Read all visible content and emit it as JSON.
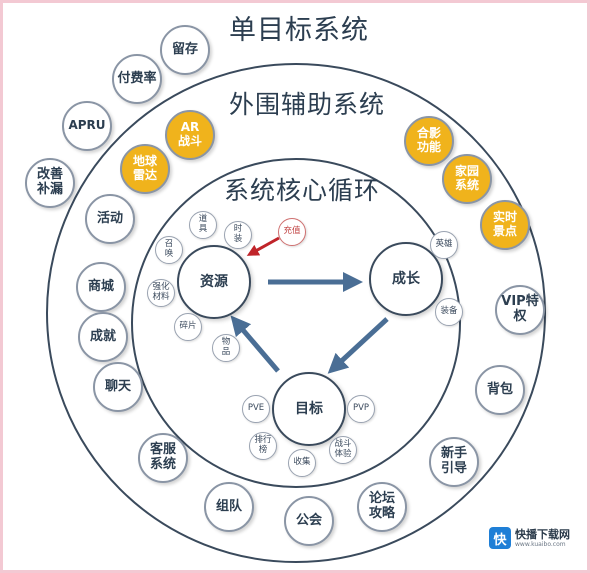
{
  "titles": {
    "outer": "单目标系统",
    "middle": "外围辅助系统",
    "inner": "系统核心循环"
  },
  "outer_nodes": [
    {
      "id": "retention",
      "label": "留存"
    },
    {
      "id": "payrate",
      "label": "付费率"
    },
    {
      "id": "arpu",
      "label": "APRU"
    },
    {
      "id": "improve",
      "label": "改善\n补漏"
    },
    {
      "id": "event",
      "label": "活动"
    },
    {
      "id": "mall",
      "label": "商城"
    },
    {
      "id": "achievement",
      "label": "成就"
    },
    {
      "id": "chat",
      "label": "聊天"
    },
    {
      "id": "service",
      "label": "客服\n系统"
    },
    {
      "id": "team",
      "label": "组队"
    },
    {
      "id": "guild",
      "label": "公会"
    },
    {
      "id": "forum",
      "label": "论坛\n攻略"
    },
    {
      "id": "tutorial",
      "label": "新手\n引导"
    },
    {
      "id": "bag",
      "label": "背包"
    },
    {
      "id": "vip",
      "label": "VIP特\n权"
    }
  ],
  "gold_nodes": [
    {
      "id": "ar",
      "label": "AR\n战斗"
    },
    {
      "id": "globe",
      "label": "地球\n雷达"
    },
    {
      "id": "photo",
      "label": "合影\n功能"
    },
    {
      "id": "home",
      "label": "家园\n系统"
    },
    {
      "id": "landmark",
      "label": "实时\n景点"
    }
  ],
  "core_nodes": [
    {
      "id": "resource",
      "label": "资源"
    },
    {
      "id": "growth",
      "label": "成长"
    },
    {
      "id": "goal",
      "label": "目标"
    }
  ],
  "small_nodes": [
    {
      "id": "prop",
      "label": "道\n具"
    },
    {
      "id": "costume",
      "label": "时\n装"
    },
    {
      "id": "recharge",
      "label": "充值",
      "red": true
    },
    {
      "id": "summon",
      "label": "召\n唤"
    },
    {
      "id": "material",
      "label": "强化\n材料"
    },
    {
      "id": "shard",
      "label": "碎片"
    },
    {
      "id": "item",
      "label": "物\n品"
    },
    {
      "id": "hero",
      "label": "英雄"
    },
    {
      "id": "equip",
      "label": "装备"
    },
    {
      "id": "pve",
      "label": "PVE"
    },
    {
      "id": "pvp",
      "label": "PVP"
    },
    {
      "id": "ranking",
      "label": "排行\n榜"
    },
    {
      "id": "collect",
      "label": "收集"
    },
    {
      "id": "battle",
      "label": "战斗\n体验"
    }
  ],
  "colors": {
    "ring": "#3a4a5c",
    "gold": "#f0b31c",
    "arrow": "#4a6e95",
    "recharge_arrow": "#c0242a"
  },
  "watermark": {
    "logo": "快",
    "name": "快播下载网",
    "url": "www.kuaibo.com"
  }
}
